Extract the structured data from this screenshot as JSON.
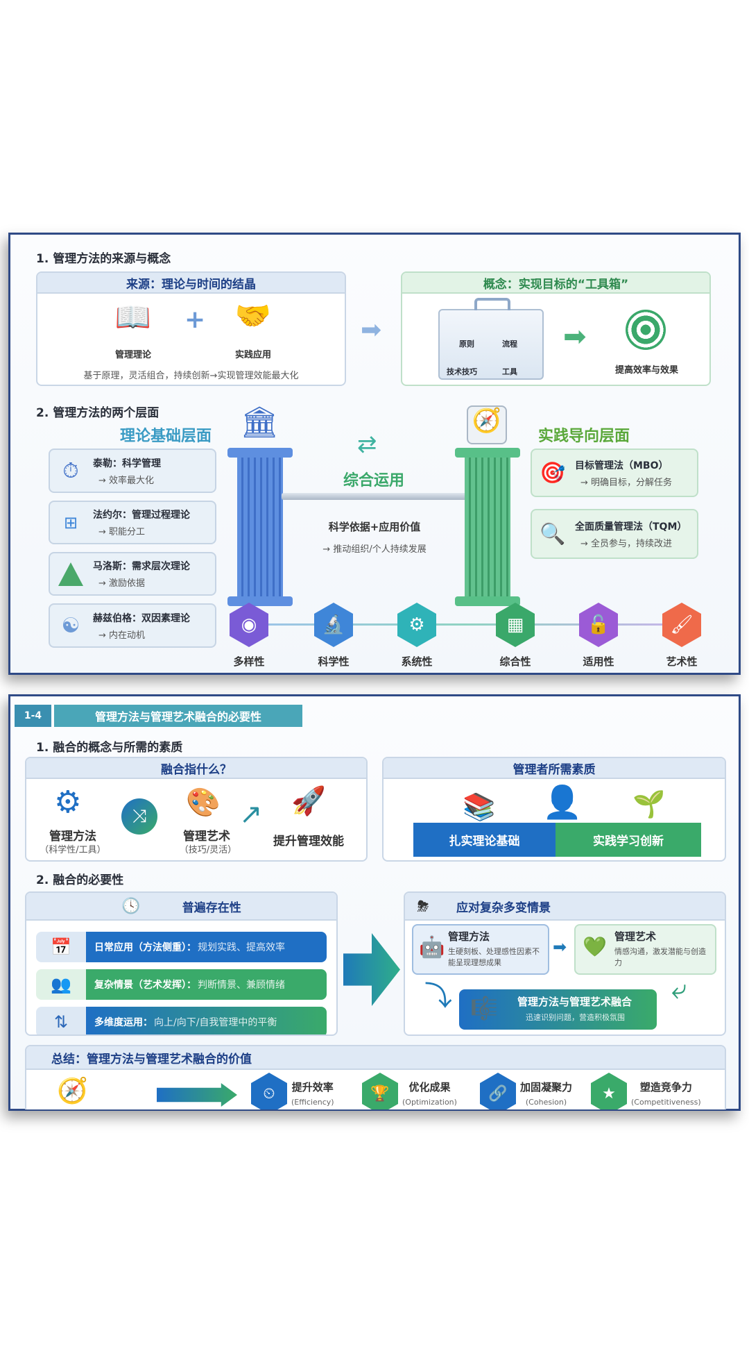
{
  "top": {
    "section1_title": "1. 管理方法的来源与概念",
    "source": {
      "header": "来源：理论与时间的结晶",
      "theory": "管理理论",
      "plus": "+",
      "practice": "实践应用",
      "caption": "基于原理，灵活组合，持续创新→实现管理效能最大化"
    },
    "concept": {
      "header": "概念：实现目标的“工具箱”",
      "tools": [
        "原则",
        "流程",
        "技术技巧",
        "工具"
      ],
      "result": "提高效率与效果"
    },
    "section2_title": "2. 管理方法的两个层面",
    "theory_layer": {
      "title": "理论基础层面",
      "items": [
        {
          "name": "泰勒：科学管理",
          "sub": "→ 效率最大化"
        },
        {
          "name": "法约尔：管理过程理论",
          "sub": "→ 职能分工"
        },
        {
          "name": "马洛斯：需求层次理论",
          "sub": "→ 激励依据"
        },
        {
          "name": "赫兹伯格：双因素理论",
          "sub": "→ 内在动机"
        }
      ]
    },
    "middle": {
      "label": "综合运用",
      "main": "科学依据+应用价值",
      "sub": "→ 推动组织/个人持续发展"
    },
    "practice_layer": {
      "title": "实践导向层面",
      "items": [
        {
          "name": "目标管理法（MBO）",
          "sub": "→ 明确目标，分解任务"
        },
        {
          "name": "全面质量管理法（TQM）",
          "sub": "→ 全员参与，持续改进"
        }
      ]
    },
    "traits": [
      {
        "label": "多样性",
        "color": "#7a5bd6"
      },
      {
        "label": "科学性",
        "color": "#3f86d8"
      },
      {
        "label": "系统性",
        "color": "#2fb3b8"
      },
      {
        "label": "综合性",
        "color": "#3aa86a"
      },
      {
        "label": "适用性",
        "color": "#9b5bd6"
      },
      {
        "label": "艺术性",
        "color": "#ef6a4a"
      }
    ]
  },
  "bottom": {
    "badge": "1-4",
    "title": "管理方法与管理艺术融合的必要性",
    "section1_title": "1. 融合的概念与所需的素质",
    "fusion": {
      "header": "融合指什么？",
      "method": "管理方法",
      "method_sub": "（科学性/工具）",
      "art": "管理艺术",
      "art_sub": "（技巧/灵活）",
      "result": "提升管理效能"
    },
    "qualities": {
      "header": "管理者所需素质",
      "left": "扎实理论基础",
      "right": "实践学习创新"
    },
    "section2_title": "2. 融合的必要性",
    "universal": {
      "header": "普遍存在性",
      "rows": [
        {
          "key": "日常应用（方法侧重）：",
          "val": "规划实践、提高效率"
        },
        {
          "key": "复杂情景（艺术发挥）：",
          "val": "判断情景、兼顾情绪"
        },
        {
          "key": "多维度运用：",
          "val": "向上/向下/自我管理中的平衡"
        }
      ]
    },
    "complex": {
      "header": "应对复杂多变情景",
      "method_title": "管理方法",
      "method_text": "生硬刻板、处理感性因素不能呈现理想成果",
      "art_title": "管理艺术",
      "art_text": "情感沟通，激发潜能与创造力",
      "fusion_title": "管理方法与管理艺术融合",
      "fusion_text": "迅速识别问题，营造积极氛围"
    },
    "summary": {
      "header": "总结：管理方法与管理艺术融合的价值",
      "items": [
        {
          "label": "提升效率",
          "en": "(Efficiency)",
          "color": "#1f6fc4"
        },
        {
          "label": "优化成果",
          "en": "(Optimization)",
          "color": "#3aaa6a"
        },
        {
          "label": "加固凝聚力",
          "en": "(Cohesion)",
          "color": "#1f6fc4"
        },
        {
          "label": "塑造竞争力",
          "en": "(Competitiveness)",
          "color": "#3aaa6a"
        }
      ]
    }
  }
}
